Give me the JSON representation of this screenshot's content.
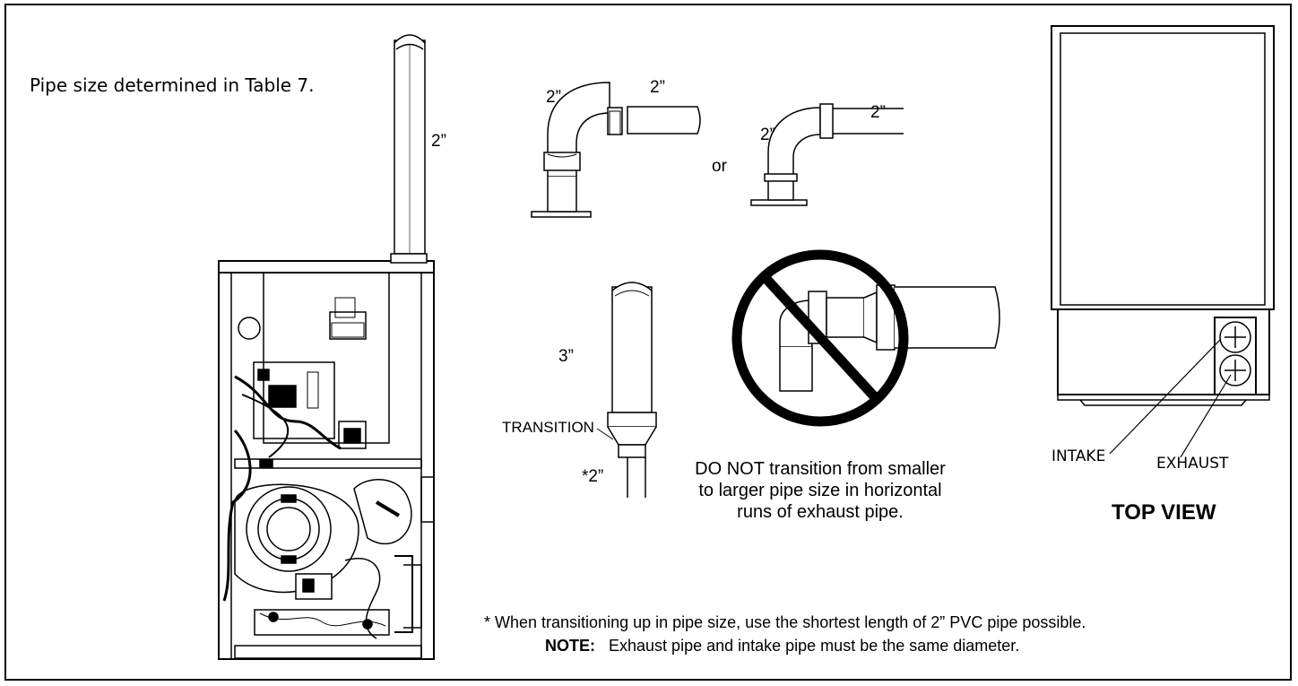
{
  "left_note": "Pipe size determined in Table 7.",
  "vertical_pipe_label": "2”",
  "elbow_a": {
    "elbow_label": "2”",
    "pipe_label": "2”"
  },
  "or_label": "or",
  "elbow_b": {
    "elbow_label": "2”",
    "pipe_label": "2”"
  },
  "transition": {
    "upper_label": "3”",
    "transition_label": "TRANSITION",
    "lower_label": "*2”"
  },
  "prohibited": {
    "lines": [
      "DO NOT transition from smaller",
      "to larger pipe size in horizontal",
      "runs of exhaust pipe."
    ]
  },
  "top_view": {
    "intake_label": "INTAKE",
    "exhaust_label": "EXHAUST",
    "title": "TOP VIEW"
  },
  "footnote": "* When transitioning up in pipe size, use the shortest length of 2” PVC pipe possible.",
  "note": {
    "label": "NOTE:",
    "text": "Exhaust pipe and intake pipe must be the same diameter."
  },
  "colors": {
    "ink": "#000000",
    "background": "#ffffff"
  }
}
